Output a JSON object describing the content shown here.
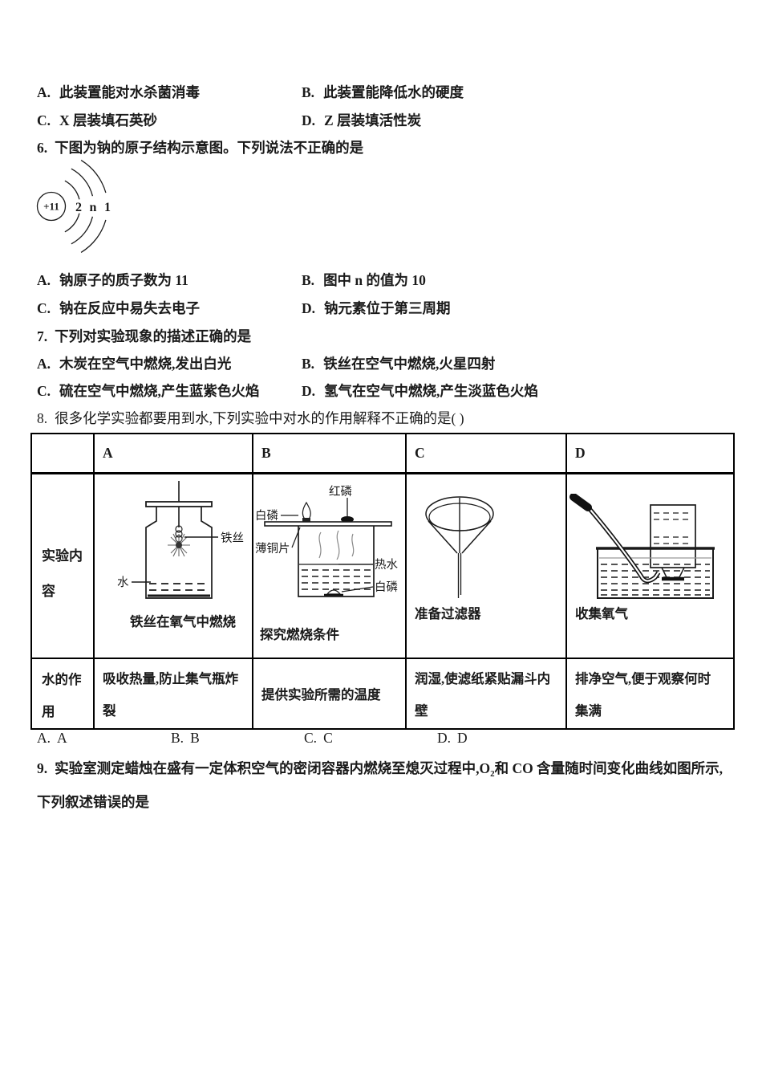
{
  "q5": {
    "options": [
      {
        "label": "A.",
        "text": "此装置能对水杀菌消毒"
      },
      {
        "label": "B.",
        "text": "此装置能降低水的硬度"
      },
      {
        "label": "C.",
        "text": "X 层装填石英砂"
      },
      {
        "label": "D.",
        "text": "Z 层装填活性炭"
      }
    ]
  },
  "q6": {
    "number": "6.",
    "title": "下图为钠的原子结构示意图。下列说法不正确的是",
    "atom": {
      "nucleus": "+11",
      "shells": [
        "2",
        "n",
        "1"
      ]
    },
    "options": [
      {
        "label": "A.",
        "text": "钠原子的质子数为 11"
      },
      {
        "label": "B.",
        "text": "图中 n 的值为 10"
      },
      {
        "label": "C.",
        "text": "钠在反应中易失去电子"
      },
      {
        "label": "D.",
        "text": "钠元素位于第三周期"
      }
    ]
  },
  "q7": {
    "number": "7.",
    "title": "下列对实验现象的描述正确的是",
    "options": [
      {
        "label": "A.",
        "text": "木炭在空气中燃烧,发出白光"
      },
      {
        "label": "B.",
        "text": "铁丝在空气中燃烧,火星四射"
      },
      {
        "label": "C.",
        "text": "硫在空气中燃烧,产生蓝紫色火焰"
      },
      {
        "label": "D.",
        "text": "氢气在空气中燃烧,产生淡蓝色火焰"
      }
    ]
  },
  "q8": {
    "number": "8.",
    "title": "很多化学实验都要用到水,下列实验中对水的作用解释不正确的是(  )",
    "table": {
      "col_headers": [
        "A",
        "B",
        "C",
        "D"
      ],
      "row1_label": "实验内容",
      "row2_label": "水的作用",
      "experiments": [
        {
          "caption": "铁丝在氧气中燃烧",
          "labels": {
            "wire": "铁丝",
            "water": "水"
          },
          "water_role": "吸收热量,防止集气瓶炸裂"
        },
        {
          "caption": "探究燃烧条件",
          "labels": {
            "red_phosphorus": "红磷",
            "white_phosphorus_top": "白磷",
            "copper_sheet": "薄铜片",
            "hot_water": "热水",
            "white_phosphorus_bottom": "白磷"
          },
          "water_role": "提供实验所需的温度"
        },
        {
          "caption": "准备过滤器",
          "water_role": "润湿,使滤纸紧贴漏斗内壁"
        },
        {
          "caption": "收集氧气",
          "water_role": "排净空气,便于观察何时集满"
        }
      ]
    },
    "answers": [
      {
        "label": "A.",
        "text": "A"
      },
      {
        "label": "B.",
        "text": "B"
      },
      {
        "label": "C.",
        "text": "C"
      },
      {
        "label": "D.",
        "text": "D"
      }
    ]
  },
  "q9": {
    "number": "9.",
    "line1_pre": "实验室测定蜡烛在盛有一定体积空气的密闭容器内燃烧至熄灭过程中,O",
    "o2_subscript": "2",
    "line1_post": "和 CO 含量随时间变化曲线如图所示,",
    "line2": "下列叙述错误的是"
  }
}
